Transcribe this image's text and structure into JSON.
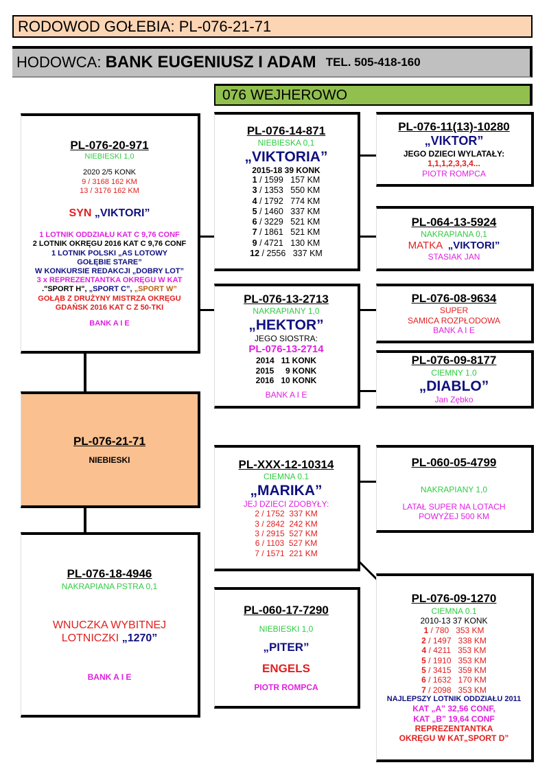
{
  "title": "RODOWOD GOŁEBIA: PL-076-21-71",
  "breeder": {
    "label": "HODOWCA: ",
    "name": "BANK EUGENIUSZ I ADAM",
    "tel": "TEL. 505-418-160"
  },
  "region": "076 WEJHEROWO",
  "colors": {
    "title_bg": "#fcd5b4",
    "breeder_bg": "#c0c0c0",
    "region_bg": "#92c04f",
    "subject_bg": "#fac090"
  },
  "sire": {
    "id": "PL-076-20-971",
    "color": "NIEBIESKI 1,0",
    "konk": "2020 2/5 KONK",
    "results": [
      "9 / 3168 162 KM",
      "13 / 3176 162 KM"
    ],
    "syn": "SYN ",
    "syn_name": "„VIKTORI”",
    "a1": "1 LOTNIK ODDZIAŁU KAT C 9,76 CONF",
    "a2": "2 LOTNIK OKRĘGU 2016 KAT C 9,76 CONF",
    "a3": "1 LOTNIK POLSKI „AS LOTOWY GOŁĘBIE STARE”",
    "a4": "W KONKURSIE REDAKCJI „DOBRY LOT”",
    "a5": "3 x REPREZENTANTKA OKRĘGU W KAT",
    "a6a": ".\"SPORT H\", ",
    "a6b": "„SPORT C”, ",
    "a6c": "„SPORT W”",
    "a7": "GOŁĄB Z DRUŻYNY MISTRZA OKRĘGU GDAŃSK 2016 KAT C Z 50-TKI",
    "owner": "BANK A I E"
  },
  "subject": {
    "id": "PL-076-21-71",
    "color": "NIEBIESKI"
  },
  "dam": {
    "id": "PL-076-18-4946",
    "color": "NAKRAPIANA PSTRA 0,1",
    "desc": "WNUCZKA WYBITNEJ LOTNICZKI ",
    "desc_name": "„1270”",
    "owner": "BANK A I E"
  },
  "viktoria": {
    "id": "PL-076-14-871",
    "color": "NIEBIESKA 0,1",
    "name": "„VIKTORIA”",
    "konk": "2015-18  39 KONK",
    "results": [
      [
        "1",
        "1599",
        "157 KM"
      ],
      [
        "3",
        "1353",
        "550 KM"
      ],
      [
        "4",
        "1792",
        "774 KM"
      ],
      [
        "5",
        "1460",
        "337 KM"
      ],
      [
        "6",
        "3229",
        "521 KM"
      ],
      [
        "7",
        "1861",
        "521 KM"
      ],
      [
        "9",
        "4721",
        "130 KM"
      ],
      [
        "12",
        "2556",
        "337 KM"
      ]
    ]
  },
  "hektor": {
    "id": "PL-076-13-2713",
    "color": "NAKRAPIANY 1,0",
    "name": "„HEKTOR”",
    "sister_label": "JEGO SIOSTRA:",
    "sister_id": "PL-076-13-2714",
    "konk": [
      "2014   11 KONK",
      "2015     9 KONK",
      "2016   10 KONK"
    ],
    "owner": "BANK A I E"
  },
  "marika": {
    "id": "PL-XXX-12-10314",
    "color": "CIEMNA 0.1",
    "name": "„MARIKA”",
    "label": "JEJ DZIECI ZDOBYŁY:",
    "results": [
      "2 / 1752  337 KM",
      "3 / 2842  242 KM",
      "3 / 2915  527 KM",
      "6 / 1103  527 KM",
      "7 / 1571  221 KM"
    ]
  },
  "piter": {
    "id": "PL-060-17-7290",
    "color": "NIEBIESKI 1,0",
    "name": "„PITER”",
    "line": "ENGELS",
    "owner": "PIOTR ROMPCA"
  },
  "viktor": {
    "id": "PL-076-11(13)-10280",
    "name": "„VIKTOR”",
    "label": "JEGO DZIECI WYLATAŁY:",
    "results": "1,1,1,2,3,3,4...",
    "owner": "PIOTR ROMPCA"
  },
  "matka": {
    "id": "PL-064-13-5924",
    "color": "NAKRAPIANA 0,1",
    "label": "MATKA  ",
    "name": "„VIKTORI”",
    "owner": "STASIAK JAN"
  },
  "super": {
    "id": "PL-076-08-9634",
    "l1": "SUPER",
    "l2": "SAMICA ROZPŁODOWA",
    "owner": "BANK A I E"
  },
  "diablo": {
    "id": "PL-076-09-8177",
    "color": "CIEMNY 1.0",
    "name": "„DIABLO”",
    "owner": "Jan Zębko"
  },
  "p4799": {
    "id": "PL-060-05-4799",
    "color": "NAKRAPIANY 1,0",
    "desc": "LATAŁ SUPER NA LOTACH POWYŻEJ 500 KM"
  },
  "p1270": {
    "id": "PL-076-09-1270",
    "color": "CIEMNA 0.1",
    "konk": "2010-13 37 KONK",
    "results": [
      [
        "1",
        "780",
        "353 KM"
      ],
      [
        "2",
        "1497",
        "338 KM"
      ],
      [
        "4",
        "4211",
        "353 KM"
      ],
      [
        "5",
        "1910",
        "353 KM"
      ],
      [
        "5",
        "3415",
        "359 KM"
      ],
      [
        "6",
        "1632",
        "170 KM"
      ],
      [
        "7",
        "2098",
        "353 KM"
      ]
    ],
    "a1": "NAJLEPSZY LOTNIK  ODDZIAŁU 2011",
    "a2": "KAT „A” 32,56 CONF,",
    "a3": "KAT „B” 19,64 CONF",
    "a4": "REPREZENTANTKA OKRĘGU W KAT„SPORT D”"
  }
}
